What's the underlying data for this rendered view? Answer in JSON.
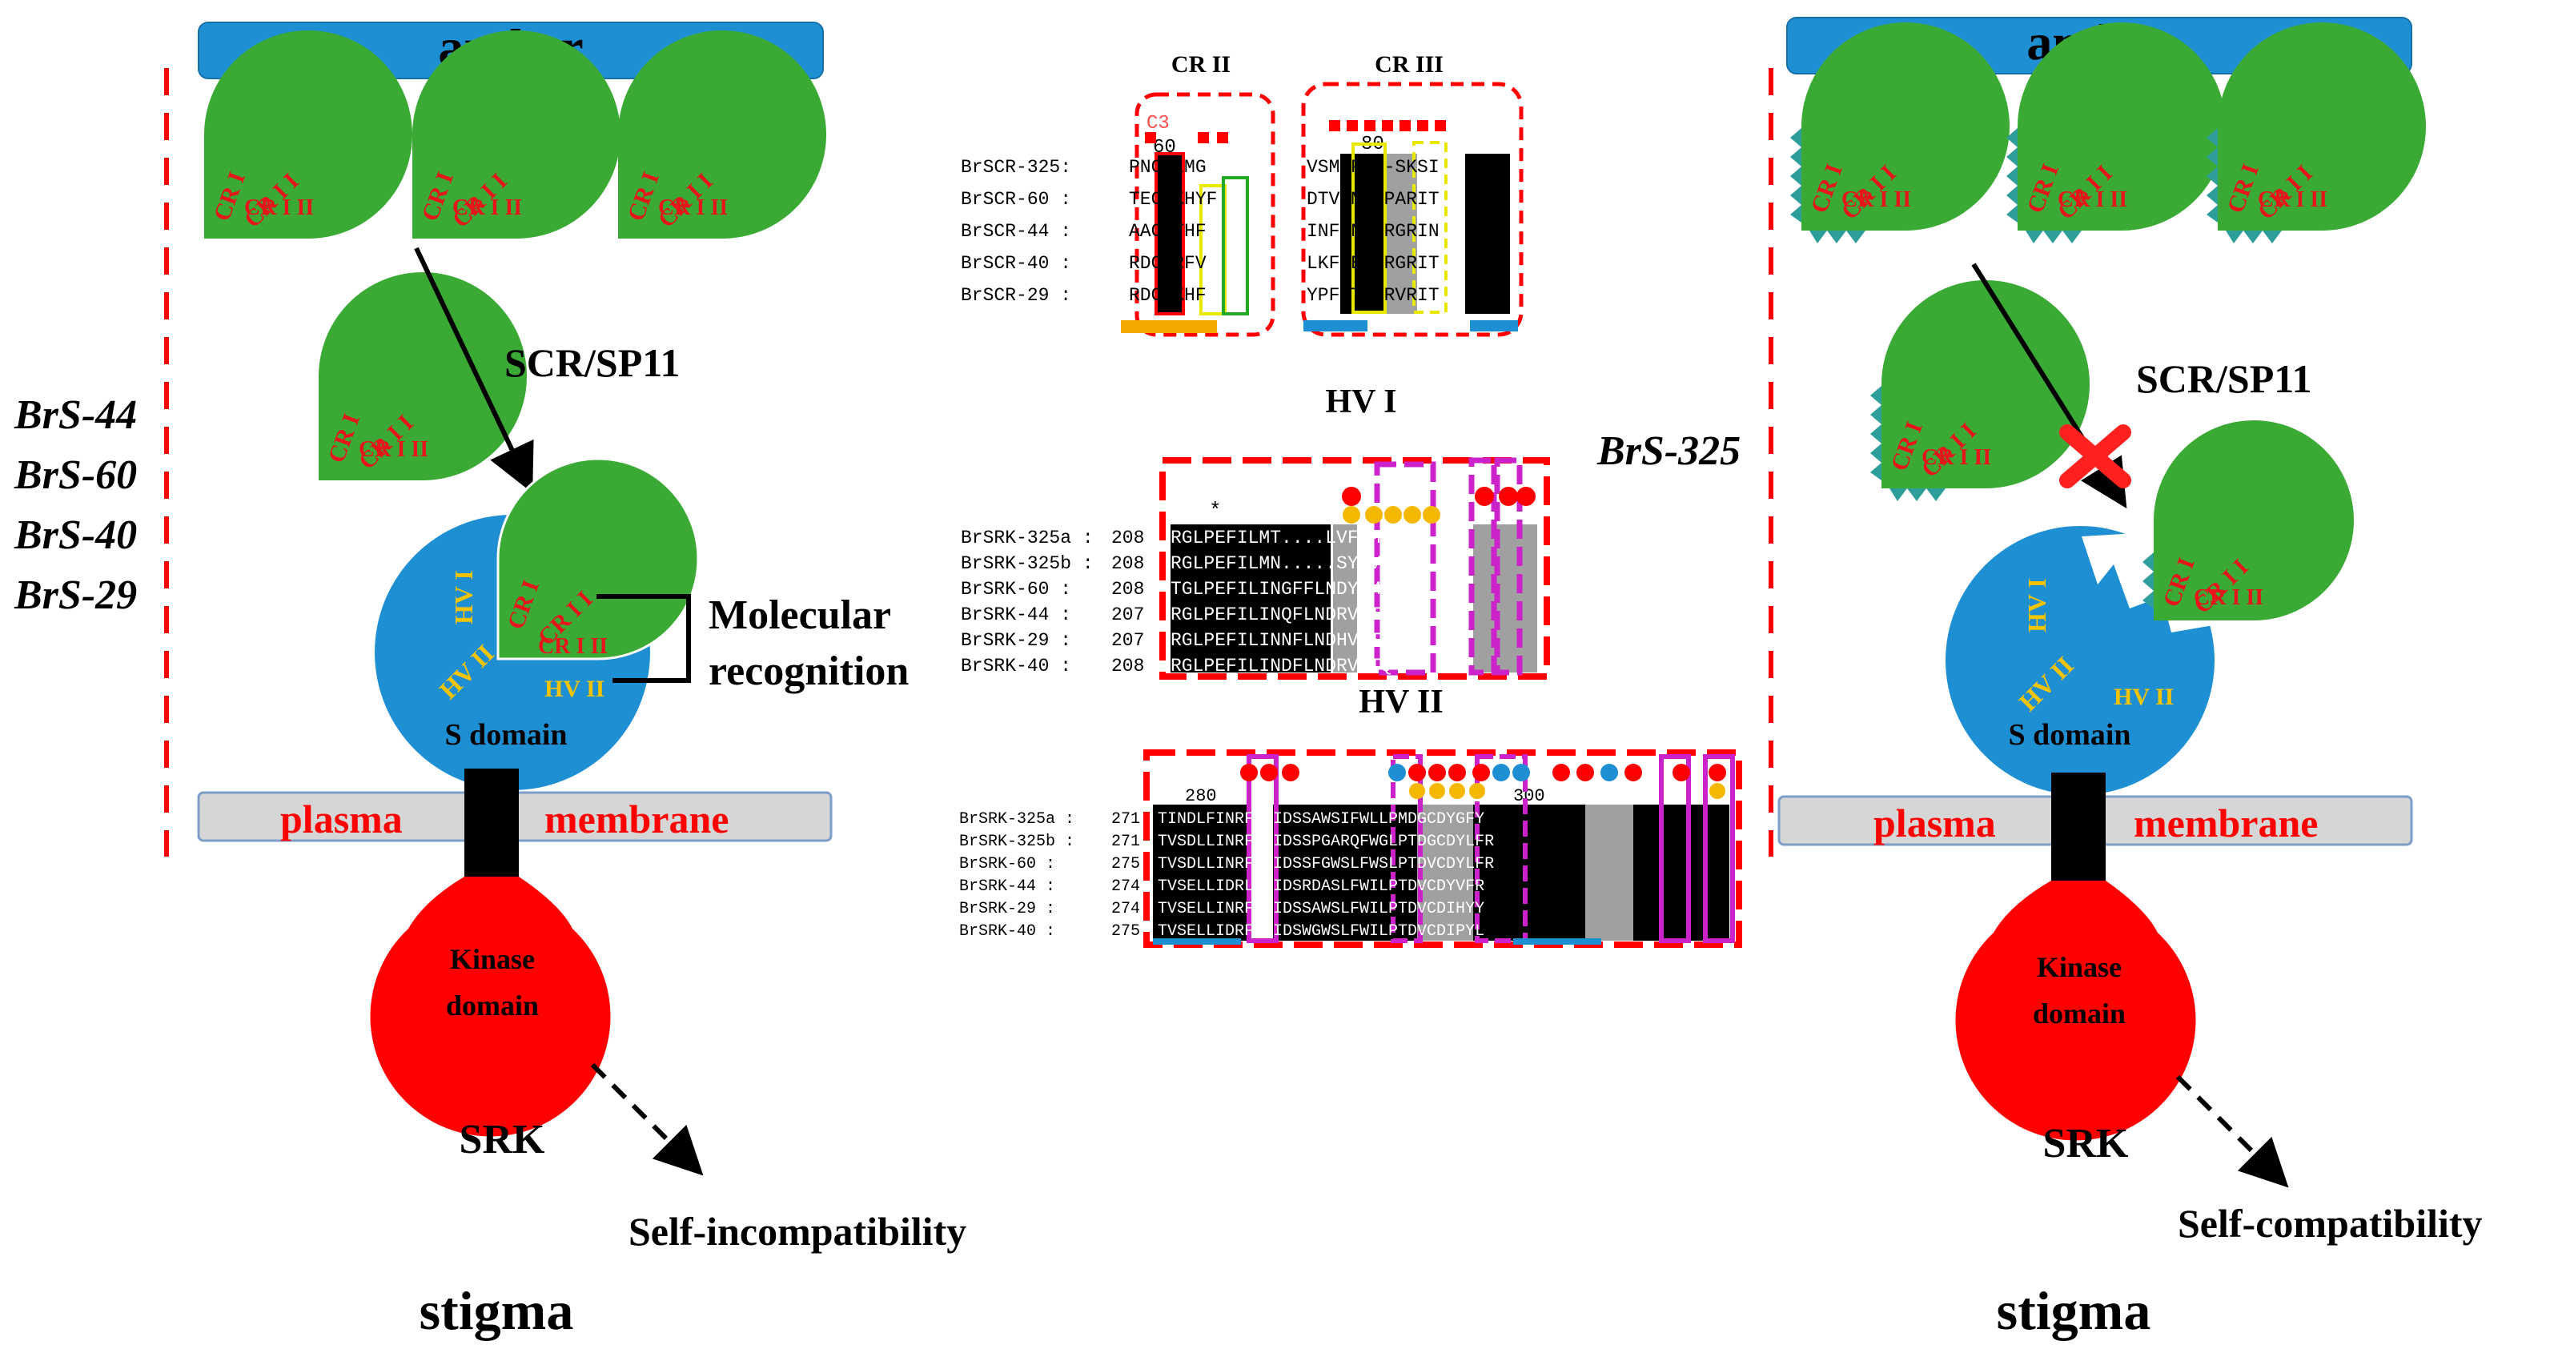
{
  "anther_label": "anther",
  "stigma_label": "stigma",
  "scr_label": "SCR/SP11",
  "srk_label": "SRK",
  "s_domain_label": "S domain",
  "kinase_label_line1": "Kinase",
  "kinase_label_line2": "domain",
  "membrane_left_label": "plasma",
  "membrane_right_label": "membrane",
  "hv1_label": "HV I",
  "hv2_label": "HV II",
  "cr_labels": {
    "cr1": "CR I",
    "cr2": "CR I I",
    "cr3": "CR I II"
  },
  "left_panel": {
    "alleles": [
      "BrS-44",
      "BrS-60",
      "BrS-40",
      "BrS-29"
    ],
    "recognition_line1": "Molecular",
    "recognition_line2": "recognition",
    "outcome": "Self-incompatibility"
  },
  "right_panel": {
    "allele": "BrS-325",
    "outcome": "Self-compatibility"
  },
  "alignment_scr": {
    "region_labels": [
      "CR II",
      "CR III"
    ],
    "position_labels": [
      "C3",
      "60",
      "80"
    ],
    "rows": [
      {
        "name": "BrSCR-325:",
        "seq_a": "PNCDLMG",
        "seq_b": "VSMTPIS-SKSI"
      },
      {
        "name": "BrSCR-60  :",
        "seq_a": "TECKKHYF",
        "seq_b": "DTVSMQNPARIT"
      },
      {
        "name": "BrSCR-44  :",
        "seq_a": "AACKTHF",
        "seq_b": "INFSNKNRGRIN"
      },
      {
        "name": "BrSCR-40  :",
        "seq_a": "RDCQRFV",
        "seq_b": "LKFSEHNRGRIT"
      },
      {
        "name": "BrSCR-29  :",
        "seq_a": "RDCQKHF",
        "seq_b": "YPFSTHNRVRIT"
      }
    ]
  },
  "alignment_hv1": {
    "title": "HV I",
    "position_label": "*",
    "rows": [
      {
        "name": "BrSRK-325a :",
        "start": "208",
        "seq": "RGLPEFILMT....LVFIMD"
      },
      {
        "name": "BrSRK-325b :",
        "start": "208",
        "seq": "RGLPEFILMN.....SYRVQ"
      },
      {
        "name": "BrSRK-60    :",
        "start": "208",
        "seq": "TGLPEFILINGFFLNDYVMQ"
      },
      {
        "name": "BrSRK-44    :",
        "start": "207",
        "seq": "RGLPEFILINQFLNDRVSTQ"
      },
      {
        "name": "BrSRK-29    :",
        "start": "207",
        "seq": "RGLPEFILINNFLNDHVSTQ"
      },
      {
        "name": "BrSRK-40    :",
        "start": "208",
        "seq": "RGLPEFILINDFLNDRVGTQ"
      }
    ]
  },
  "alignment_hv2": {
    "title": "HV II",
    "position_labels": [
      "280",
      "300"
    ],
    "rows": [
      {
        "name": "BrSRK-325a :",
        "start": "271",
        "seq": "TINDLFINRFTWIDSSAWSIFWLLPMDGCDYGFY"
      },
      {
        "name": "BrSRK-325b :",
        "start": "271",
        "seq": "TVSDLLINRFTWIDSSPGARQFWGLPTDGCDYLFR"
      },
      {
        "name": "BrSRK-60    :",
        "start": "275",
        "seq": "TVSDLLINRFTWIDSSFGWSLFWSLPTDVCDYLFR"
      },
      {
        "name": "BrSRK-44    :",
        "start": "274",
        "seq": "TVSELLIDRLTWIDSRDASLFWILPTDVCDYVFR"
      },
      {
        "name": "BrSRK-29    :",
        "start": "274",
        "seq": "TVSELLINRFTWIDSSAWSLFWILPTDVCDIHYY"
      },
      {
        "name": "BrSRK-40    :",
        "start": "275",
        "seq": "TVSELLIDRFTWIDSWGWSLFWILPTDVCDIPYL"
      }
    ]
  },
  "colors": {
    "anther_bar": "#1f8fd4",
    "scr_protein": "#3aaa35",
    "cr_text": "#e8141b",
    "s_domain": "#1f8fd4",
    "hv_text": "#f5c400",
    "kinase": "#ff0000",
    "membrane": "#d6d6d6",
    "dashed_red": "#ff0000",
    "magenta_box": "#cc22cc",
    "yellow_box": "#e8e800",
    "green_box": "#22aa22"
  }
}
